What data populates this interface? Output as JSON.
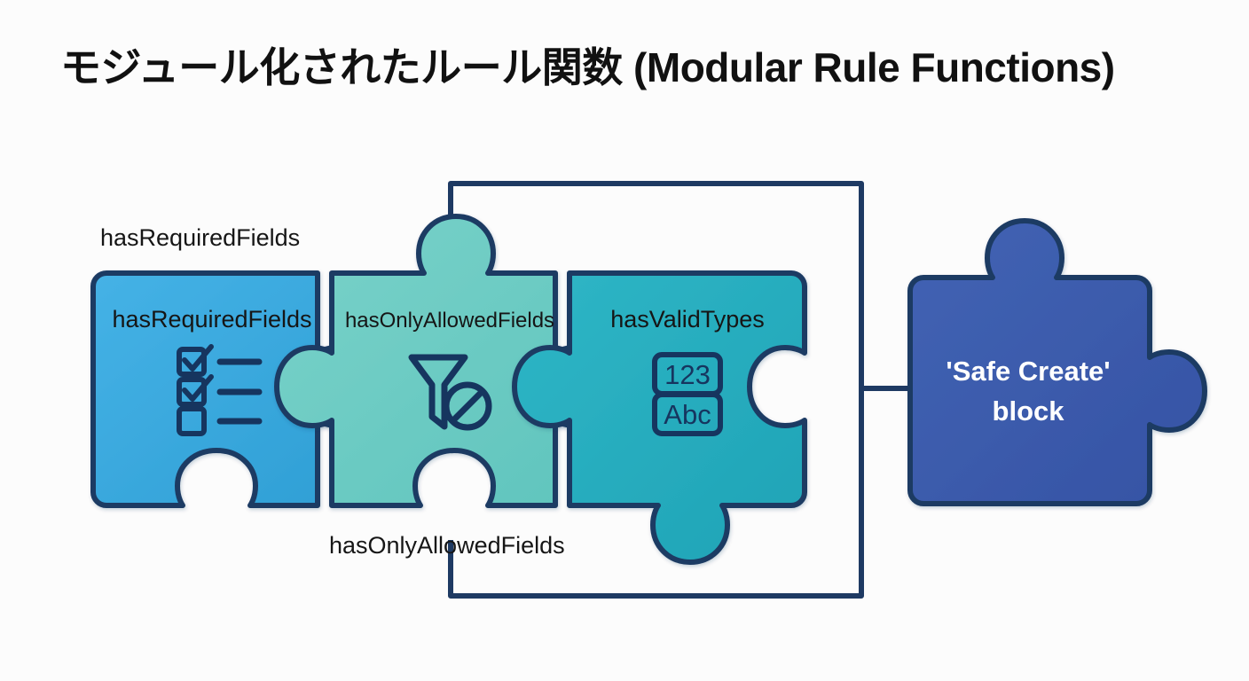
{
  "title": "モジュール化されたルール関数 (Modular Rule Functions)",
  "colors": {
    "piece1_fill": "#3BA8DF",
    "piece2_fill": "#6ECCC4",
    "piece3_fill": "#29AEC0",
    "block_fill": "#3C5CAE",
    "outline": "#1e3a63",
    "background": "#fcfcfc",
    "text_dark": "#121212",
    "text_light": "#ffffff"
  },
  "external_labels": [
    {
      "id": "top-left-label",
      "text": "hasRequiredFields"
    },
    {
      "id": "bottom-center-label",
      "text": "hasOnlyAllowedFields"
    }
  ],
  "pieces": [
    {
      "id": "piece-has-required-fields",
      "label": "hasRequiredFields",
      "icon": "checklist-icon",
      "fill": "#3BA8DF"
    },
    {
      "id": "piece-has-only-allowed-fields",
      "label": "hasOnlyAllowedFields",
      "icon": "filter-blocked-icon",
      "fill": "#6ECCC4"
    },
    {
      "id": "piece-has-valid-types",
      "label": "hasValidTypes",
      "icon": "types-icon",
      "fill": "#29AEC0",
      "icon_badges": [
        "123",
        "Abc"
      ]
    }
  ],
  "block": {
    "id": "safe-create-block",
    "line1": "'Safe Create'",
    "line2": "block",
    "fill": "#3C5CAE"
  },
  "icon_labels": {
    "numbers_badge": "123",
    "letters_badge": "Abc"
  }
}
